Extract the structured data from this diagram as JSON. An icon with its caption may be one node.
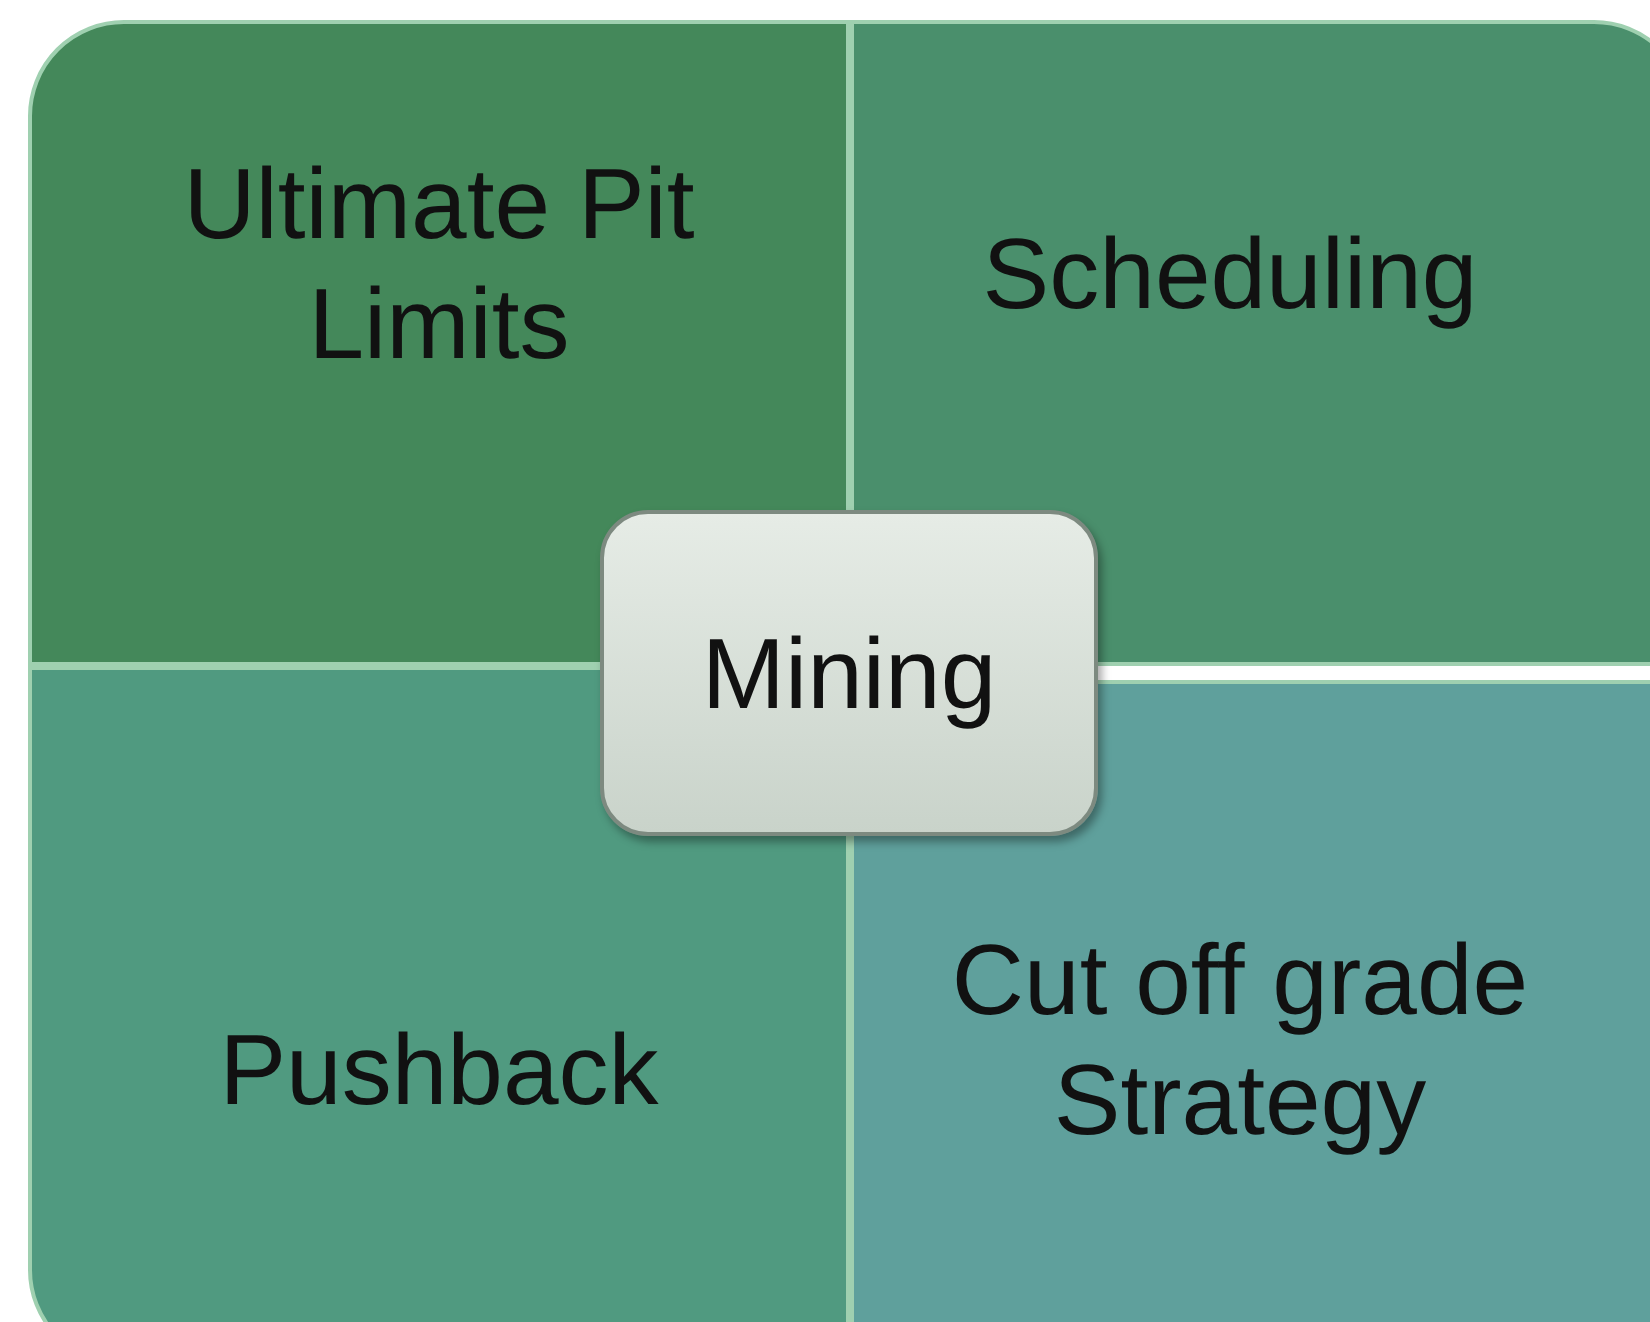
{
  "diagram": {
    "nodes": [
      {
        "text": [
          "Ultimate Pit Limits"
        ]
      },
      {
        "text": [
          "Scheduling"
        ]
      },
      {
        "text": [
          "Mining"
        ]
      },
      {
        "text": [
          "Pushback"
        ]
      },
      {
        "text": [
          "Cut off grade Strategy"
        ]
      }
    ]
  }
}
